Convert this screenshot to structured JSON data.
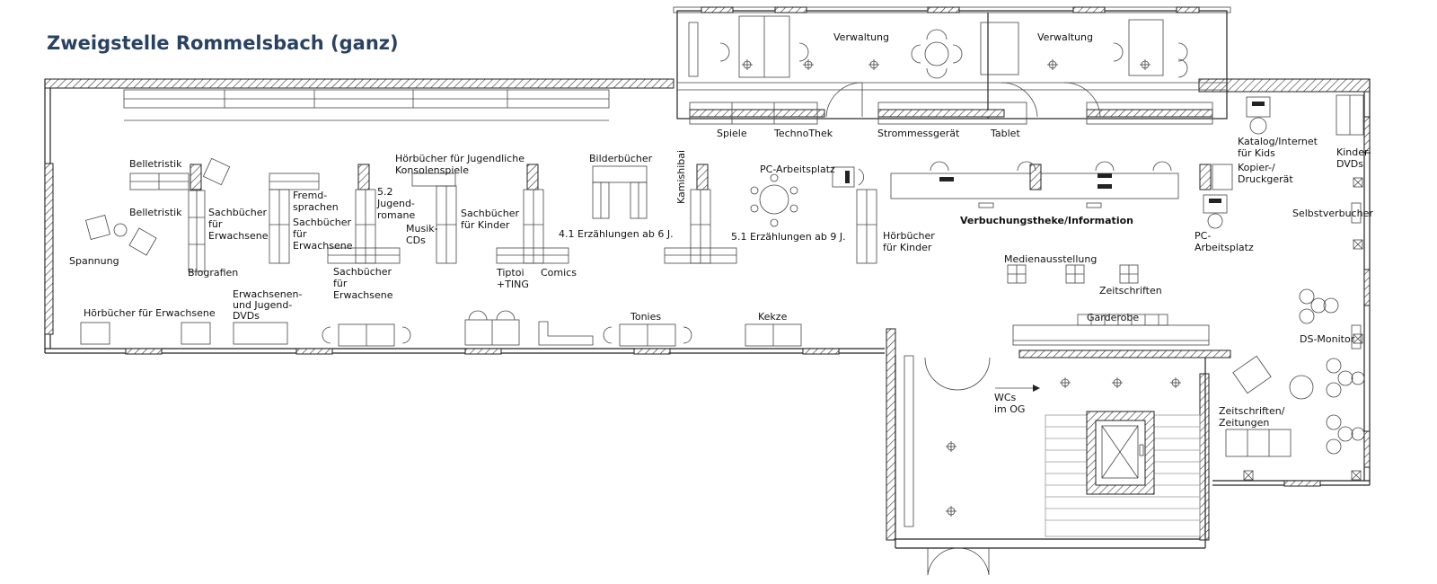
{
  "title": "Zweigstelle Rommelsbach (ganz)",
  "labels": {
    "belletristik_1": "Belletristik",
    "belletristik_2": "Belletristik",
    "spannung": "Spannung",
    "biografien": "Biografien",
    "sachbuecher_erwachsene_1": [
      "Sachbücher",
      "für",
      "Erwachsene"
    ],
    "fremdsprachen": [
      "Fremd-",
      "sprachen"
    ],
    "sachbuecher_erwachsene_2": [
      "Sachbücher",
      "für",
      "Erwachsene"
    ],
    "jugendromane": [
      "5.2",
      "Jugend-",
      "romane"
    ],
    "sachbuecher_erwachsene_3": [
      "Sachbücher",
      "für",
      "Erwachsene"
    ],
    "hoerbuecher_jugendliche": [
      "Hörbücher für Jugendliche",
      "Konsolenspiele"
    ],
    "musik_cds": [
      "Musik-",
      "CDs"
    ],
    "sachbuecher_kinder": [
      "Sachbücher",
      "für Kinder"
    ],
    "tiptoi": [
      "Tiptoi",
      "+TING"
    ],
    "comics": "Comics",
    "bilderbuecher": "Bilderbücher",
    "erzaehlungen_6": "4.1 Erzählungen ab 6 J.",
    "kamishibai": "Kamishibai",
    "erzaehlungen_9": "5.1 Erzählungen ab 9 J.",
    "pc_arbeitsplatz_1": "PC-Arbeitsplatz",
    "hoerbuecher_kinder": [
      "Hörbücher",
      "für Kinder"
    ],
    "verbuchungstheke": "Verbuchungstheke/Information",
    "medienausstellung": "Medienausstellung",
    "zeitschriften": "Zeitschriften",
    "hoerbuecher_erwachsene": "Hörbücher für Erwachsene",
    "dvds": [
      "Erwachsenen-",
      "und Jugend-",
      "DVDs"
    ],
    "tonies": "Tonies",
    "kekze": "Kekze",
    "garderobe": "Garderobe",
    "wcs": [
      "WCs",
      "im OG"
    ],
    "spiele": "Spiele",
    "technothek": "TechnoThek",
    "strommessgeraet": "Strommessgerät",
    "tablet": "Tablet",
    "verwaltung_1": "Verwaltung",
    "verwaltung_2": "Verwaltung",
    "katalog": [
      "Katalog/Internet",
      "für Kids"
    ],
    "kopierer": [
      "Kopier-/",
      "Druckgerät"
    ],
    "pc_arbeitsplatz_2": [
      "PC-",
      "Arbeitsplatz"
    ],
    "kinder_dvds": [
      "Kinder-",
      "DVDs"
    ],
    "selbstverbucher": "Selbstverbucher",
    "ds_monitor": "DS-Monitor",
    "zeitschriften_zeitungen": [
      "Zeitschriften/",
      "Zeitungen"
    ]
  }
}
